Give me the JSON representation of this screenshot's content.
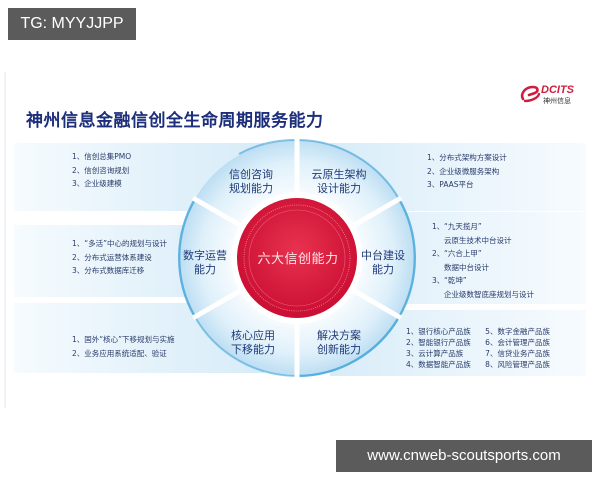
{
  "watermarks": {
    "top": "TG: MYYJJPP",
    "bottom": "www.cnweb-scoutsports.com"
  },
  "slide": {
    "title": "神州信息金融信创全生命周期服务能力",
    "logo": {
      "en": "DCITS",
      "cn": "神州信息",
      "color": "#d01c3f"
    },
    "center": {
      "label": "六大信创能力",
      "color": "#d9153a"
    },
    "segments": [
      {
        "id": "consulting",
        "line1": "信创咨询",
        "line2": "规划能力"
      },
      {
        "id": "cloud-native",
        "line1": "云原生架构",
        "line2": "设计能力"
      },
      {
        "id": "middle-platform",
        "line1": "中台建设",
        "line2": "能力"
      },
      {
        "id": "solution",
        "line1": "解决方案",
        "line2": "创新能力"
      },
      {
        "id": "core-app",
        "line1": "核心应用",
        "line2": "下移能力"
      },
      {
        "id": "digital-ops",
        "line1": "数字运营",
        "line2": "能力"
      }
    ],
    "lists": {
      "consulting": [
        "1、信创总集PMO",
        "2、信创咨询规划",
        "3、企业级建模"
      ],
      "digital_ops": [
        "1、“多活”中心的规划与设计",
        "2、分布式运营体系建设",
        "3、分布式数据库迁移"
      ],
      "core_app": [
        "1、国外“核心”下移规划与实施",
        "2、业务应用系统适配、验证"
      ],
      "cloud_native": [
        "1、分布式架构方案设计",
        "2、企业级微服务架构",
        "3、PAAS平台"
      ],
      "middle_platform": [
        {
          "num": "1、",
          "title": "“九天揽月”",
          "desc": "云原生技术中台设计"
        },
        {
          "num": "2、",
          "title": "“六合上甲”",
          "desc": "数据中台设计"
        },
        {
          "num": "3、",
          "title": "“乾坤”",
          "desc": "企业级数智底座规划与设计"
        }
      ],
      "solution_col1": [
        "1、银行核心产品族",
        "2、智能银行产品族",
        "3、云计算产品族",
        "4、数据智能产品族"
      ],
      "solution_col2": [
        "5、数字金融产品族",
        "6、会计管理产品族",
        "7、信贷业务产品族",
        "8、风险管理产品族"
      ]
    }
  }
}
